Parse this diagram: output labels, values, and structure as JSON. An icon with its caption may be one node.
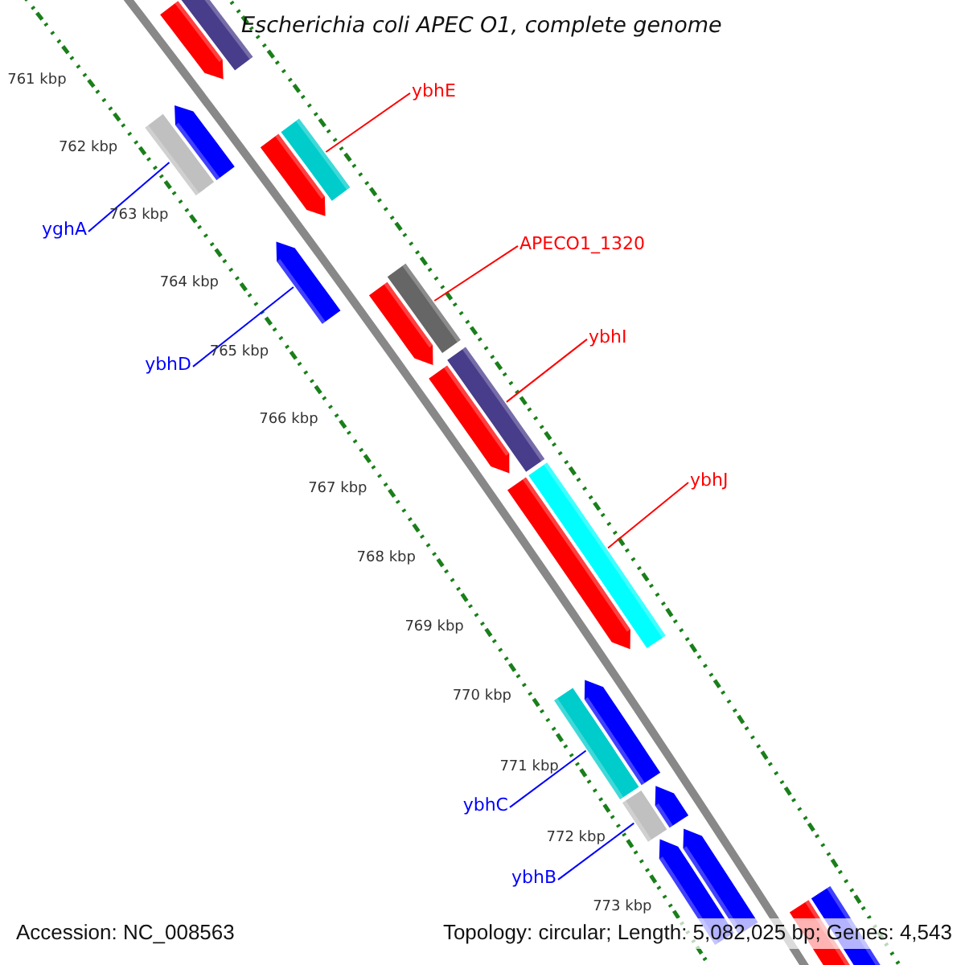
{
  "diagram": {
    "title": "Escherichia coli APEC O1, complete genome",
    "nodes": [
      {
        "text": [
          "ybhE"
        ]
      },
      {
        "text": [],
        "shape": "bar"
      },
      {
        "text": [
          "APECO1_1320"
        ]
      },
      {
        "text": [],
        "shape": "bar"
      },
      {
        "text": [
          "ybhI"
        ]
      },
      {
        "text": [],
        "shape": "bar"
      },
      {
        "text": [
          "ybhJ"
        ]
      },
      {
        "text": [],
        "shape": "bar"
      },
      {
        "text": [
          "yghA"
        ]
      },
      {
        "text": [],
        "shape": "bar"
      },
      {
        "text": [
          "ybhD"
        ]
      },
      {
        "text": [],
        "shape": "bar"
      },
      {
        "text": [
          "ybhC"
        ]
      },
      {
        "text": [],
        "shape": "bar"
      },
      {
        "text": [
          "ybhB"
        ]
      },
      {
        "text": [],
        "shape": "bar"
      }
    ],
    "edges": [
      {
        "from": 0,
        "to": 1,
        "arrow": "none",
        "color": "#ff0000"
      },
      {
        "from": 2,
        "to": 3,
        "arrow": "none",
        "color": "#ff0000"
      },
      {
        "from": 4,
        "to": 5,
        "arrow": "none",
        "color": "#ff0000"
      },
      {
        "from": 6,
        "to": 7,
        "arrow": "none",
        "color": "#ff0000"
      },
      {
        "from": 8,
        "to": 9,
        "arrow": "none",
        "color": "#0000ff"
      },
      {
        "from": 10,
        "to": 11,
        "arrow": "none",
        "color": "#0000ff"
      },
      {
        "from": 12,
        "to": 13,
        "arrow": "none",
        "color": "#0000ff"
      },
      {
        "from": 14,
        "to": 15,
        "arrow": "none",
        "color": "#0000ff"
      }
    ],
    "labels": [
      "761 kbp",
      "762 kbp",
      "763 kbp",
      "764 kbp",
      "765 kbp",
      "766 kbp",
      "767 kbp",
      "768 kbp",
      "769 kbp",
      "770 kbp",
      "771 kbp",
      "772 kbp",
      "773 kbp",
      "Accession: NC_008563",
      "Topology: circular; Length: 5,082,025 bp; Genes: 4,543"
    ]
  }
}
